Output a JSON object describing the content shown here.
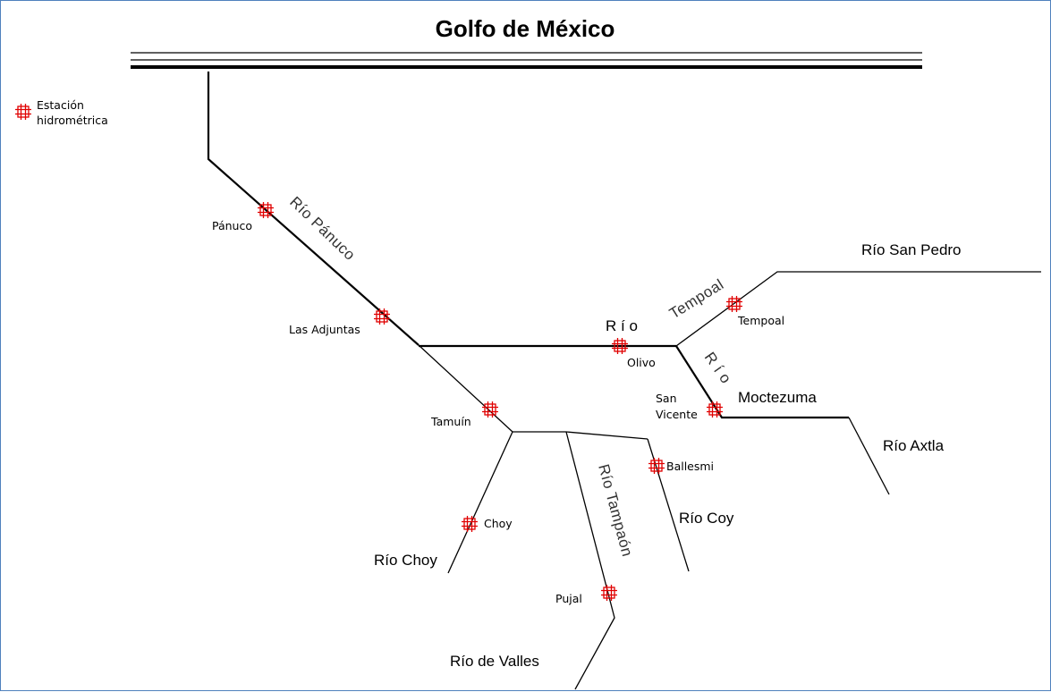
{
  "title": "Golfo de México",
  "legend": {
    "line1": "Estación",
    "line2": "hidrométrica",
    "marker_color": "#e00000"
  },
  "rivers": {
    "panuco": "Río Pánuco",
    "tempoal": "Tempoal",
    "san_pedro": "Río San Pedro",
    "rio_olivo": "R í o",
    "rio_moctezuma_vertical": "R í o",
    "moctezuma": "Moctezuma",
    "axtla": "Río Axtla",
    "tampaon": "Río Tampaón",
    "coy": "Río Coy",
    "choy": "Río Choy",
    "valles": "Río de Valles"
  },
  "stations": {
    "panuco": "Pánuco",
    "las_adjuntas": "Las Adjuntas",
    "olivo": "Olivo",
    "tempoal": "Tempoal",
    "san_vicente_1": "San",
    "san_vicente_2": "Vicente",
    "tamuin": "Tamuín",
    "ballesmi": "Ballesmi",
    "choy": "Choy",
    "pujal": "Pujal"
  },
  "icons": {
    "station_marker": "station-marker-icon"
  }
}
